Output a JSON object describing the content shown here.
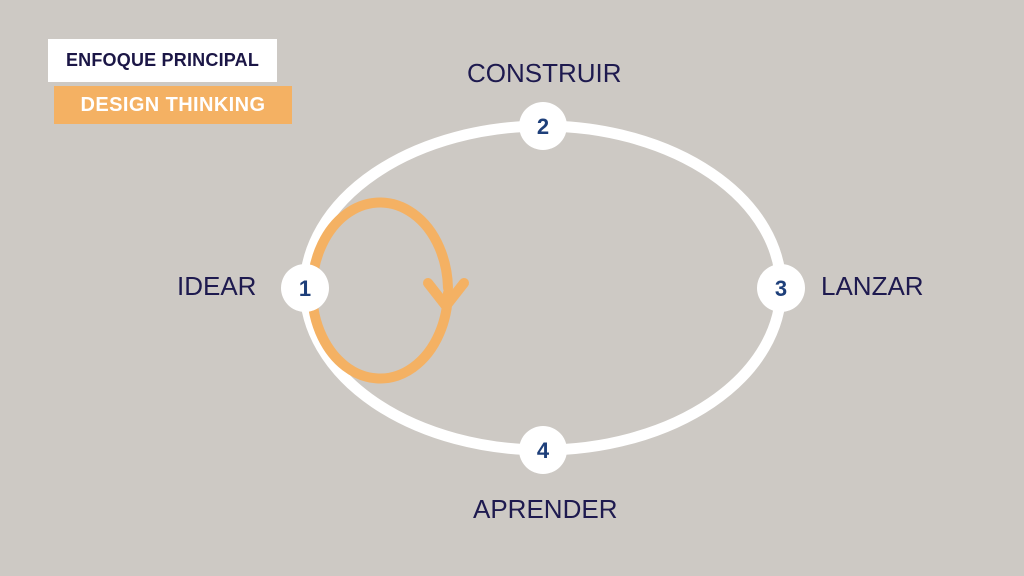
{
  "header": {
    "tag_primary": "ENFOQUE PRINCIPAL",
    "tag_secondary": "DESIGN THINKING"
  },
  "cycle": {
    "stages": [
      {
        "number": "1",
        "label": "IDEAR"
      },
      {
        "number": "2",
        "label": "CONSTRUIR"
      },
      {
        "number": "3",
        "label": "LANZAR"
      },
      {
        "number": "4",
        "label": "APRENDER"
      }
    ]
  },
  "colors": {
    "background": "#cdc9c4",
    "ring": "#ffffff",
    "accent_loop": "#f4b163",
    "label_text": "#1e1a4f",
    "node_number": "#1e3f7a"
  }
}
